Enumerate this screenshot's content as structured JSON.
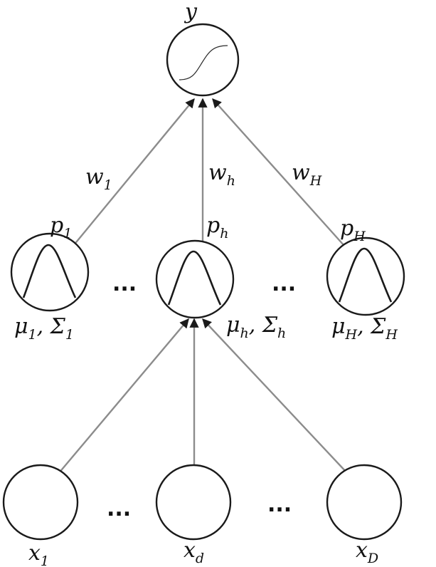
{
  "output": {
    "label": "y",
    "activation_icon": "sigmoid-curve-icon"
  },
  "hidden": [
    {
      "p_base": "p",
      "p_sub": "1",
      "w_base": "w",
      "w_sub": "1",
      "mu": "μ",
      "sigma": "Σ",
      "param_sub": "1",
      "icon": "gaussian-bump-icon"
    },
    {
      "p_base": "p",
      "p_sub": "h",
      "w_base": "w",
      "w_sub": "h",
      "mu": "μ",
      "sigma": "Σ",
      "param_sub": "h",
      "icon": "gaussian-bump-icon"
    },
    {
      "p_base": "p",
      "p_sub": "H",
      "w_base": "w",
      "w_sub": "H",
      "mu": "μ",
      "sigma": "Σ",
      "param_sub": "H",
      "icon": "gaussian-bump-icon"
    }
  ],
  "inputs": [
    {
      "base": "x",
      "sub": "1"
    },
    {
      "base": "x",
      "sub": "d"
    },
    {
      "base": "x",
      "sub": "D"
    }
  ],
  "ellipsis": "...",
  "colors": {
    "edge": "#8c8c8c",
    "node_stroke": "#1a1a1a",
    "text": "#111111"
  }
}
